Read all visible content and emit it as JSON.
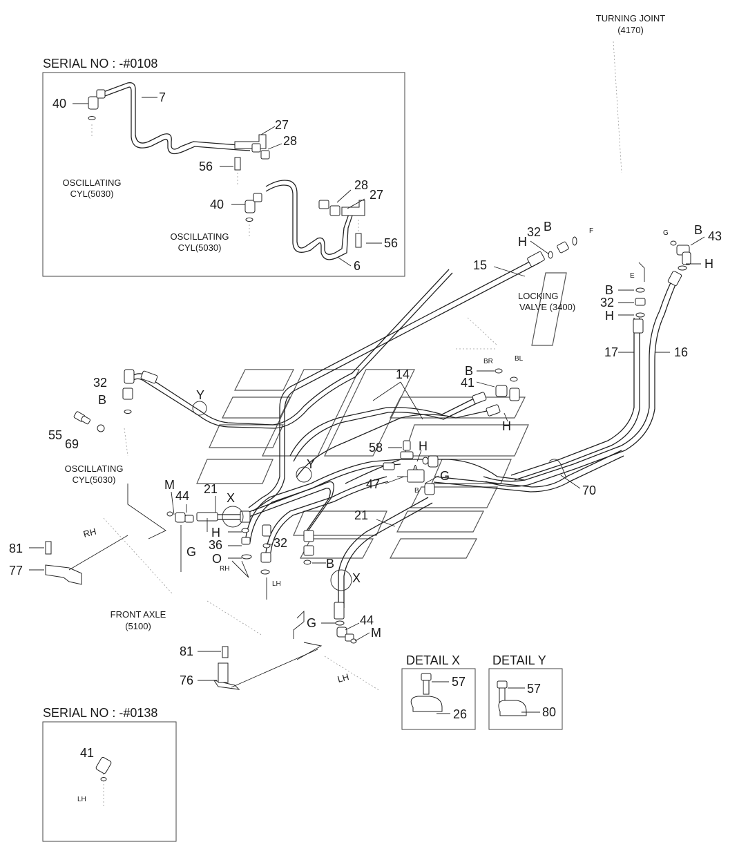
{
  "headers": {
    "turning_joint": "TURNING JOINT",
    "turning_joint_code": "(4170)",
    "serial_top": "SERIAL NO : -#0108",
    "serial_bottom": "SERIAL NO : -#0138",
    "locking_valve": "LOCKING",
    "locking_valve_code": "VALVE (3400)",
    "oscillating_cyl_1": "OSCILLATING",
    "oscillating_cyl_1_code": "CYL(5030)",
    "oscillating_cyl_2": "OSCILLATING",
    "oscillating_cyl_2_code": "CYL(5030)",
    "oscillating_cyl_3": "OSCILLATING",
    "oscillating_cyl_3_code": "CYL(5030)",
    "front_axle": "FRONT AXLE",
    "front_axle_code": "(5100)",
    "detail_x": "DETAIL X",
    "detail_y": "DETAIL Y"
  },
  "callouts": {
    "c40a": "40",
    "c7": "7",
    "c27a": "27",
    "c28a": "28",
    "c56a": "56",
    "c28b": "28",
    "c27b": "27",
    "c40b": "40",
    "c56b": "56",
    "c6": "6",
    "c32a": "32",
    "cBa": "B",
    "cHa": "H",
    "cF": "F",
    "cG1": "G",
    "cBb": "B",
    "c43": "43",
    "cHb": "H",
    "c15": "15",
    "cE": "E",
    "cBc": "B",
    "c32b": "32",
    "cHc": "H",
    "c17": "17",
    "c16": "16",
    "cBR": "BR",
    "cBL": "BL",
    "cBd": "B",
    "c41a": "41",
    "c14": "14",
    "cHd": "H",
    "c32c": "32",
    "cBe": "B",
    "cY1": "Y",
    "c55": "55",
    "c69": "69",
    "c58": "58",
    "cHe": "H",
    "cA": "A",
    "cY2": "Y",
    "c47": "47",
    "cBsmall": "B",
    "cG2": "G",
    "c70": "70",
    "cM1": "M",
    "c44a": "44",
    "c21a": "21",
    "cX1": "X",
    "cG3": "G",
    "c21b": "21",
    "cHf": "H",
    "c36": "36",
    "cO": "O",
    "c32d": "32",
    "cRH1": "RH",
    "cLH1": "LH",
    "cBf": "B",
    "cX2": "X",
    "c81a": "81",
    "c77": "77",
    "cRH2": "RH",
    "cG4": "G",
    "c44b": "44",
    "cM2": "M",
    "c81b": "81",
    "c76": "76",
    "cLH2": "LH",
    "c57a": "57",
    "c26": "26",
    "c57b": "57",
    "c80": "80",
    "c41b": "41",
    "cLH3": "LH"
  }
}
